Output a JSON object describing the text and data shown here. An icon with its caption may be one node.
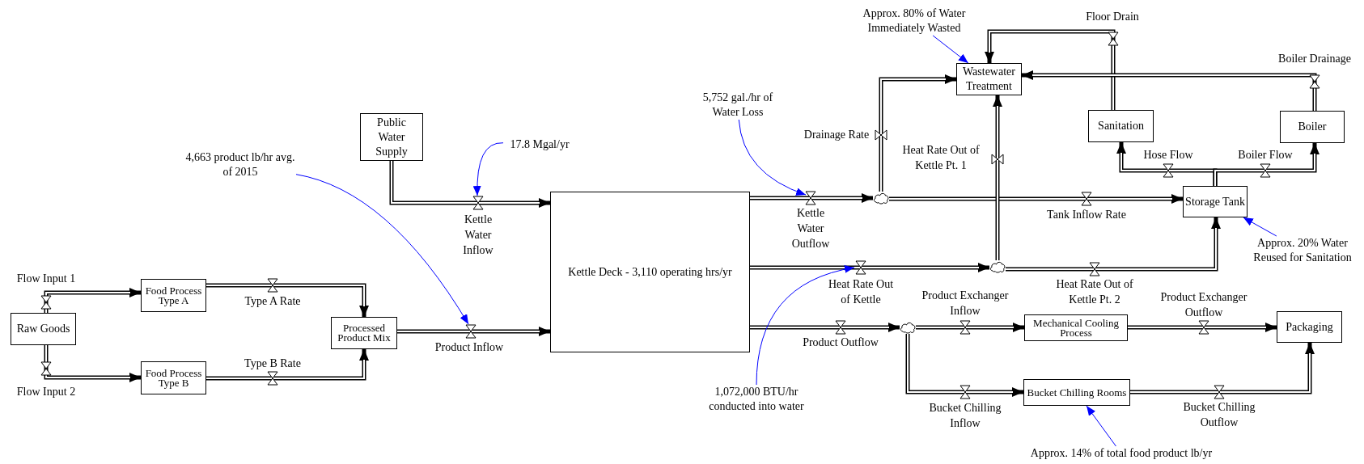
{
  "diagram": {
    "nodes": [
      {
        "text": [
          "Public Water Supply"
        ]
      },
      {
        "text": [
          "4,663 product lb/hr avg. of 2015"
        ]
      },
      {
        "text": [
          "17.8 Mgal/yr"
        ]
      },
      {
        "text": [
          "Raw Goods"
        ]
      },
      {
        "text": [
          "Food Process Type A"
        ]
      },
      {
        "text": [
          "Food Process Type B"
        ]
      },
      {
        "text": [
          "Processed Product Mix"
        ]
      },
      {
        "text": [
          "Kettle Deck - 3,110 operating hrs/yr"
        ]
      },
      {
        "text": [
          "5,752 gal./hr of Water Loss"
        ]
      },
      {
        "text": [
          "Approx. 80% of Water Immediately Wasted"
        ]
      },
      {
        "text": [
          "Wastewater Treatment"
        ]
      },
      {
        "text": [
          "Sanitation"
        ]
      },
      {
        "text": [
          "Boiler"
        ]
      },
      {
        "text": [
          "Storage Tank"
        ]
      },
      {
        "text": [
          "Approx. 20% Water Reused for Sanitation"
        ]
      },
      {
        "text": [
          "Mechanical Cooling Process"
        ]
      },
      {
        "text": [
          "Packaging"
        ]
      },
      {
        "text": [
          "Bucket Chilling Rooms"
        ]
      },
      {
        "text": [
          "1,072,000 BTU/hr conducted into water"
        ]
      },
      {
        "text": [
          "Approx. 14% of total food product lb/yr"
        ]
      },
      {
        "text": [],
        "shape": "cloud"
      },
      {
        "text": [],
        "shape": "cloud"
      },
      {
        "text": [],
        "shape": "cloud"
      }
    ],
    "edges": [
      {
        "from": 3,
        "to": 4,
        "arrow": "to",
        "label": "Flow Input 1"
      },
      {
        "from": 3,
        "to": 5,
        "arrow": "to",
        "label": "Flow Input 2"
      },
      {
        "from": 4,
        "to": 6,
        "arrow": "to",
        "label": "Type A Rate"
      },
      {
        "from": 5,
        "to": 6,
        "arrow": "to",
        "label": "Type B Rate"
      },
      {
        "from": 6,
        "to": 7,
        "arrow": "to",
        "label": "Product Inflow"
      },
      {
        "from": 0,
        "to": 7,
        "arrow": "to",
        "label": "Kettle Water Inflow"
      },
      {
        "from": 7,
        "to": 20,
        "arrow": "to",
        "label": "Kettle Water Outflow"
      },
      {
        "from": 20,
        "to": 10,
        "arrow": "to",
        "label": "Drainage Rate"
      },
      {
        "from": 20,
        "to": 13,
        "arrow": "to",
        "label": "Tank Inflow Rate"
      },
      {
        "from": 7,
        "to": 21,
        "arrow": "to",
        "label": "Heat Rate Out of Kettle"
      },
      {
        "from": 21,
        "to": 10,
        "arrow": "to",
        "label": "Heat Rate Out of Kettle Pt. 1"
      },
      {
        "from": 21,
        "to": 13,
        "arrow": "to",
        "label": "Heat Rate Out of Kettle Pt. 2"
      },
      {
        "from": 11,
        "to": 10,
        "arrow": "to",
        "label": "Floor Drain"
      },
      {
        "from": 12,
        "to": 10,
        "arrow": "to",
        "label": "Boiler Drainage"
      },
      {
        "from": 13,
        "to": 11,
        "arrow": "to",
        "label": "Hose Flow"
      },
      {
        "from": 13,
        "to": 12,
        "arrow": "to",
        "label": "Boiler Flow"
      },
      {
        "from": 7,
        "to": 22,
        "arrow": "to",
        "label": "Product Outflow"
      },
      {
        "from": 22,
        "to": 15,
        "arrow": "to",
        "label": "Product Exchanger Inflow"
      },
      {
        "from": 22,
        "to": 17,
        "arrow": "to",
        "label": "Bucket Chilling Inflow"
      },
      {
        "from": 15,
        "to": 16,
        "arrow": "to",
        "label": "Product Exchanger Outflow"
      },
      {
        "from": 17,
        "to": 16,
        "arrow": "to",
        "label": "Bucket Chilling Outflow"
      },
      {
        "from": 1,
        "to": null,
        "arrow": "to",
        "color": "#0000ff"
      },
      {
        "from": 2,
        "to": null,
        "arrow": "to",
        "color": "#0000ff"
      },
      {
        "from": 8,
        "to": null,
        "arrow": "to",
        "color": "#0000ff"
      },
      {
        "from": 9,
        "to": 10,
        "arrow": "to",
        "color": "#0000ff"
      },
      {
        "from": 14,
        "to": 13,
        "arrow": "to",
        "color": "#0000ff"
      },
      {
        "from": 18,
        "to": null,
        "arrow": "to",
        "color": "#0000ff"
      },
      {
        "from": 19,
        "to": 17,
        "arrow": "to",
        "color": "#0000ff"
      }
    ]
  }
}
